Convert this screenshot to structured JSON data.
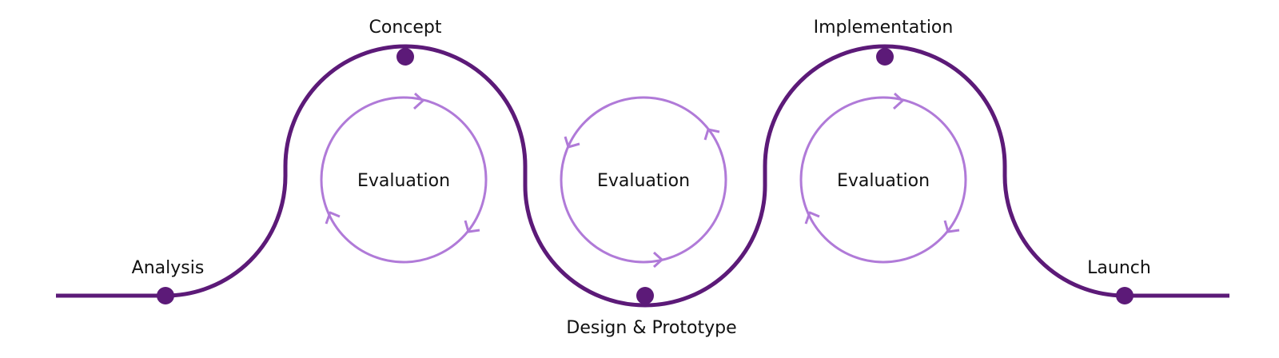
{
  "colors": {
    "path": "#5c1a78",
    "loop": "#b07ad8",
    "text": "#111111",
    "background": "#ffffff"
  },
  "milestones": [
    {
      "label": "Analysis"
    },
    {
      "label": "Concept"
    },
    {
      "label": "Design & Prototype"
    },
    {
      "label": "Implementation"
    },
    {
      "label": "Launch"
    }
  ],
  "loops": [
    {
      "label": "Evaluation",
      "direction": "clockwise"
    },
    {
      "label": "Evaluation",
      "direction": "counterclockwise"
    },
    {
      "label": "Evaluation",
      "direction": "clockwise"
    }
  ]
}
